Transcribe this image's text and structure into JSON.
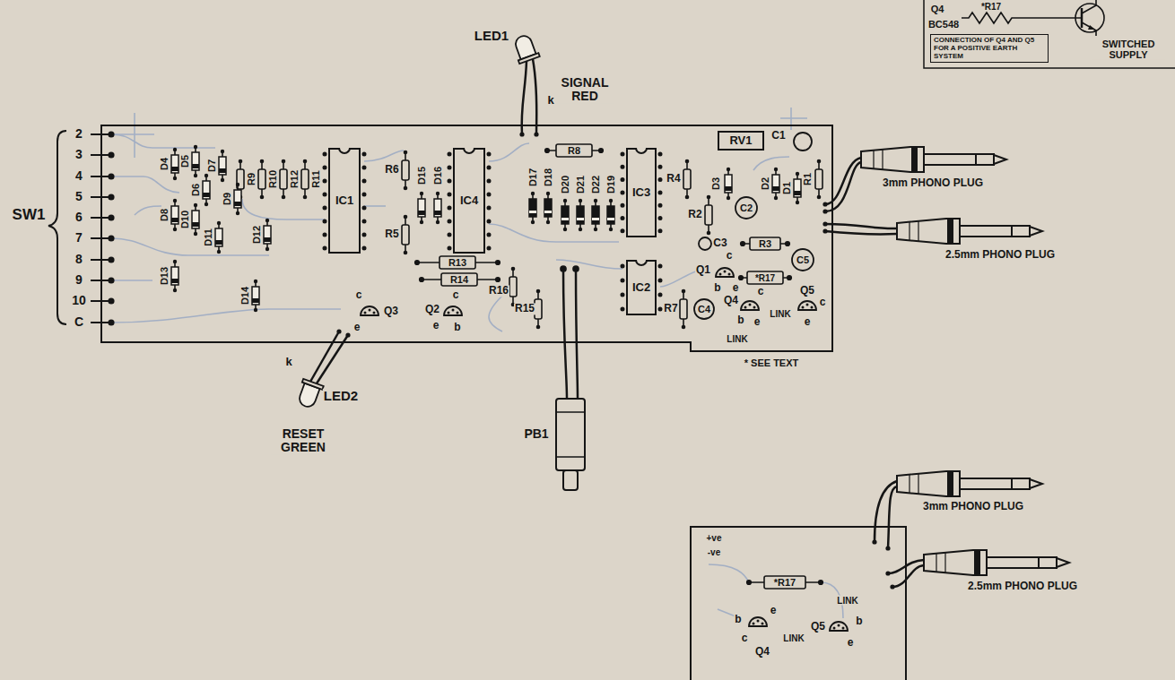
{
  "diagram": {
    "nodes": [
      {
        "text": [
          "IC1"
        ]
      },
      {
        "text": [
          "IC4"
        ]
      },
      {
        "text": [
          "IC3"
        ]
      },
      {
        "text": [
          "IC2"
        ]
      },
      {
        "text": [
          "RV1"
        ]
      },
      {
        "text": [
          "CONNECTION OF Q4 AND Q5 FOR A POSITIVE EARTH SYSTEM"
        ]
      }
    ],
    "labels": [
      "Q4",
      "BC548",
      "*R17",
      "SWITCHED SUPPLY",
      "LED1",
      "SIGNAL RED",
      "k",
      "SW1",
      "2",
      "3",
      "4",
      "5",
      "6",
      "7",
      "8",
      "9",
      "10",
      "C",
      "D4",
      "D5",
      "D7",
      "D6",
      "D9",
      "D8",
      "D10",
      "D11",
      "D12",
      "D13",
      "D14",
      "R9",
      "R10",
      "R12",
      "R11",
      "R6",
      "D15",
      "D16",
      "R5",
      "R8",
      "D17",
      "D18",
      "D20",
      "D21",
      "D22",
      "D19",
      "R4",
      "C1",
      "D3",
      "R2",
      "C2",
      "D2",
      "D1",
      "R1",
      "C3",
      "R3",
      "C5",
      "Q1",
      "c",
      "b",
      "e",
      "C4",
      "*R17",
      "Q4",
      "c",
      "b",
      "e",
      "LINK",
      "Q5",
      "c",
      "e",
      "LINK",
      "* SEE TEXT",
      "R7",
      "R13",
      "R14",
      "R16",
      "R15",
      "PB1",
      "c",
      "e",
      "Q3",
      "c",
      "Q2",
      "e",
      "b",
      "LED2",
      "k",
      "RESET GREEN",
      "3mm PHONO PLUG",
      "2.5mm PHONO PLUG",
      "3mm PHONO PLUG",
      "2.5mm PHONO PLUG",
      "+ve",
      "-ve",
      "*R17",
      "LINK",
      "b",
      "e",
      "c",
      "Q4",
      "LINK",
      "Q5",
      "b",
      "e"
    ]
  }
}
